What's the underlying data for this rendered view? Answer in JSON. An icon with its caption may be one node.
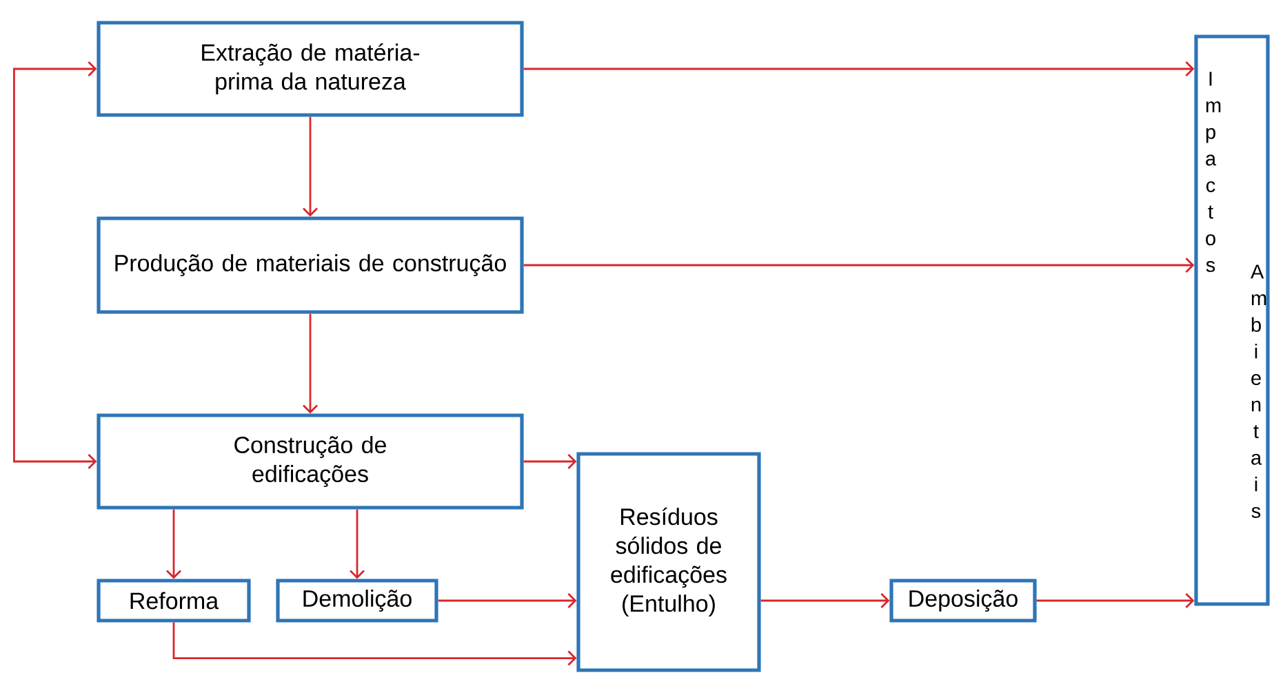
{
  "diagram": {
    "nodes": [
      {
        "text": [
          "Extração de matéria-prima da natureza"
        ]
      },
      {
        "text": [
          "Produção de materiais de construção"
        ]
      },
      {
        "text": [
          "Construção de edificações"
        ]
      },
      {
        "text": [
          "Reforma"
        ]
      },
      {
        "text": [
          "Demolição"
        ]
      },
      {
        "text": [
          "Resíduos sólidos de edificações (Entulho)"
        ]
      },
      {
        "text": [
          "Deposição"
        ]
      },
      {
        "text": [
          "Impactos",
          "Ambientais"
        ]
      }
    ],
    "edges": [
      {
        "from": 0,
        "to": 1,
        "arrow": "to"
      },
      {
        "from": 1,
        "to": 2,
        "arrow": "to"
      },
      {
        "from": 0,
        "to": 2,
        "arrow": "both"
      },
      {
        "from": 0,
        "to": 7,
        "arrow": "to"
      },
      {
        "from": 1,
        "to": 7,
        "arrow": "to"
      },
      {
        "from": 2,
        "to": 5,
        "arrow": "to"
      },
      {
        "from": 2,
        "to": 3,
        "arrow": "to"
      },
      {
        "from": 2,
        "to": 4,
        "arrow": "to"
      },
      {
        "from": 4,
        "to": 5,
        "arrow": "to"
      },
      {
        "from": 3,
        "to": 5,
        "arrow": "to"
      },
      {
        "from": 5,
        "to": 6,
        "arrow": "to"
      },
      {
        "from": 6,
        "to": 7,
        "arrow": "to"
      }
    ]
  }
}
